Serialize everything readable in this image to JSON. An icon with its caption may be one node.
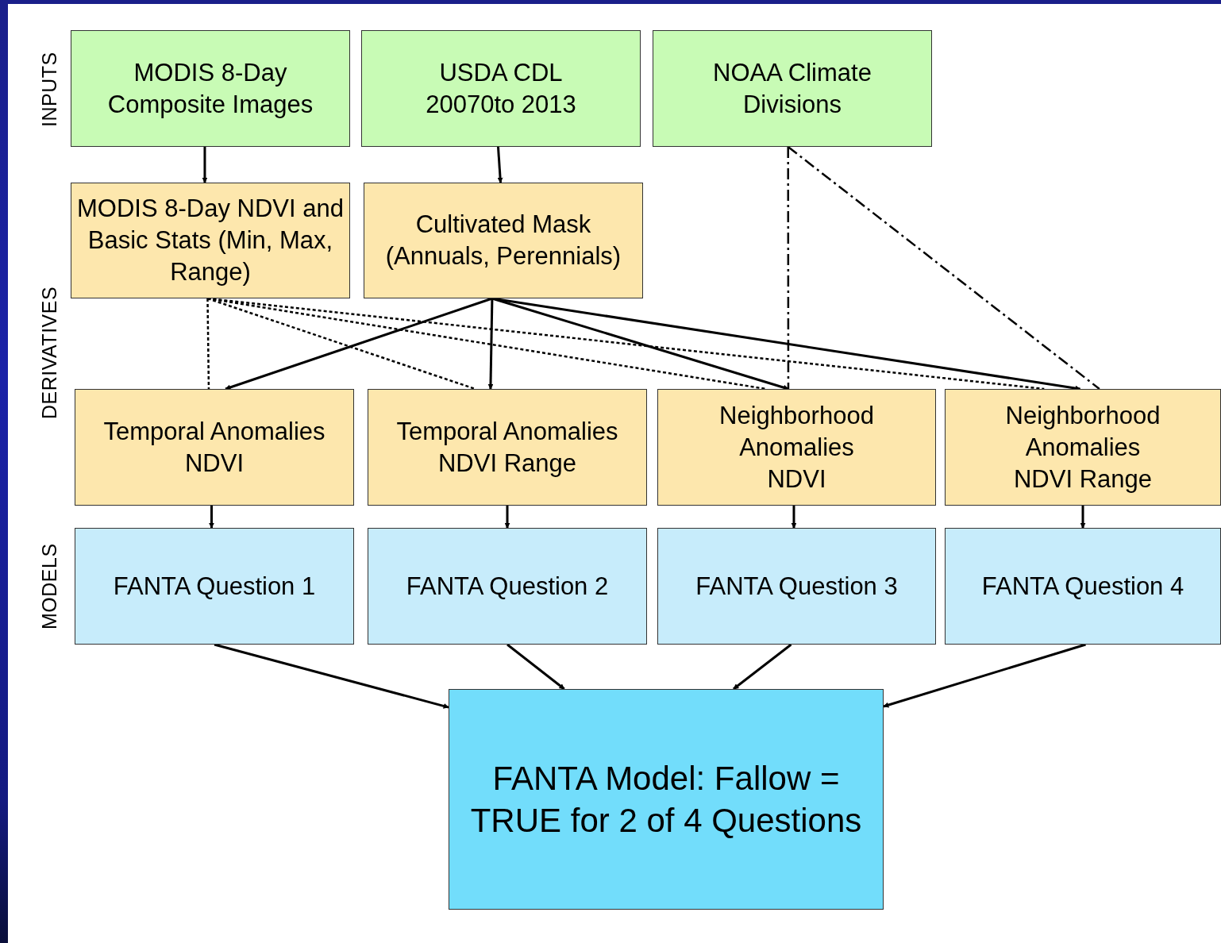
{
  "diagram": {
    "nodes": [
      {
        "text": [
          "MODIS 8-Day Composite Images"
        ]
      },
      {
        "text": [
          "USDA CDL 20070to 2013"
        ]
      },
      {
        "text": [
          "NOAA Climate Divisions"
        ]
      },
      {
        "text": [
          "MODIS 8-Day NDVI and Basic Stats (Min, Max, Range)"
        ]
      },
      {
        "text": [
          "Cultivated Mask (Annuals, Perennials)"
        ]
      },
      {
        "text": [
          "Temporal Anomalies NDVI"
        ]
      },
      {
        "text": [
          "Temporal Anomalies NDVI Range"
        ]
      },
      {
        "text": [
          "Neighborhood Anomalies NDVI"
        ]
      },
      {
        "text": [
          "Neighborhood Anomalies NDVI Range"
        ]
      },
      {
        "text": [
          "FANTA Question 1"
        ]
      },
      {
        "text": [
          "FANTA Question 2"
        ]
      },
      {
        "text": [
          "FANTA Question 3"
        ]
      },
      {
        "text": [
          "FANTA Question 4"
        ]
      },
      {
        "text": [
          "FANTA Model: Fallow = TRUE for 2 of 4 Questions"
        ]
      }
    ],
    "edges": [
      {
        "from": 0,
        "to": 3,
        "arrow": "to"
      },
      {
        "from": 1,
        "to": 4,
        "arrow": "to"
      },
      {
        "from": 3,
        "to": 5,
        "arrow": "none",
        "style": "dashed"
      },
      {
        "from": 3,
        "to": 6,
        "arrow": "none",
        "style": "dashed"
      },
      {
        "from": 3,
        "to": 7,
        "arrow": "none",
        "style": "dashed"
      },
      {
        "from": 3,
        "to": 8,
        "arrow": "none",
        "style": "dashed"
      },
      {
        "from": 4,
        "to": 5,
        "arrow": "to"
      },
      {
        "from": 4,
        "to": 6,
        "arrow": "to"
      },
      {
        "from": 4,
        "to": 7,
        "arrow": "to"
      },
      {
        "from": 4,
        "to": 8,
        "arrow": "to"
      },
      {
        "from": 2,
        "to": 7,
        "arrow": "none",
        "style": "dashed"
      },
      {
        "from": 2,
        "to": 8,
        "arrow": "none",
        "style": "dashed"
      },
      {
        "from": 5,
        "to": 9,
        "arrow": "to"
      },
      {
        "from": 6,
        "to": 10,
        "arrow": "to"
      },
      {
        "from": 7,
        "to": 11,
        "arrow": "to"
      },
      {
        "from": 8,
        "to": 12,
        "arrow": "to"
      },
      {
        "from": 9,
        "to": 13,
        "arrow": "to"
      },
      {
        "from": 10,
        "to": 13,
        "arrow": "to"
      },
      {
        "from": 11,
        "to": 13,
        "arrow": "to"
      },
      {
        "from": 12,
        "to": 13,
        "arrow": "to"
      }
    ],
    "labels": [
      "INPUTS",
      "DERIVATIVES",
      "MODELS"
    ]
  }
}
